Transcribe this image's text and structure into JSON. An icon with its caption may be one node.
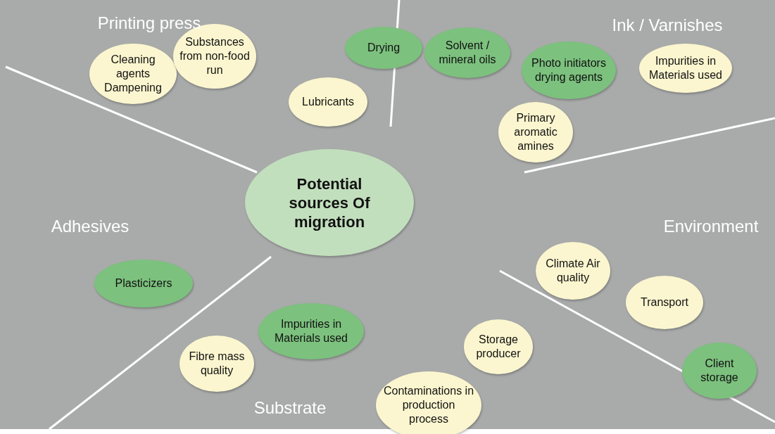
{
  "diagram": {
    "nodes": [
      {
        "text": [
          "Potential sources Of migration"
        ]
      },
      {
        "text": [
          "Drying"
        ]
      },
      {
        "text": [
          "Cleaning agents Dampening"
        ]
      },
      {
        "text": [
          "Substances from non-food run"
        ]
      },
      {
        "text": [
          "Lubricants"
        ]
      },
      {
        "text": [
          "Solvent / mineral oils"
        ]
      },
      {
        "text": [
          "Photo initiators drying agents"
        ]
      },
      {
        "text": [
          "Impurities in Materials used"
        ]
      },
      {
        "text": [
          "Primary aromatic amines"
        ]
      },
      {
        "text": [
          "Climate Air quality"
        ]
      },
      {
        "text": [
          "Transport"
        ]
      },
      {
        "text": [
          "Client storage"
        ]
      },
      {
        "text": [
          "Plasticizers"
        ]
      },
      {
        "text": [
          "Impurities in Materials used"
        ]
      },
      {
        "text": [
          "Storage producer"
        ]
      },
      {
        "text": [
          "Fibre mass quality"
        ]
      },
      {
        "text": [
          "Contaminations in production process"
        ]
      }
    ],
    "edges": [],
    "labels": [
      "Printing press",
      "Ink / Varnishes",
      "Adhesives",
      "Environment",
      "Substrate"
    ]
  }
}
